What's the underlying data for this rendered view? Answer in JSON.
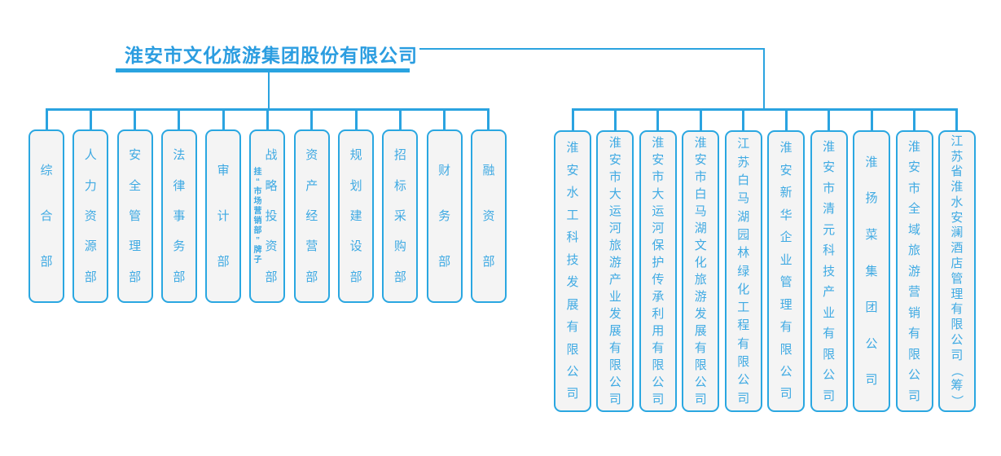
{
  "title": {
    "text": "淮安市文化旅游集团股份有限公司"
  },
  "departments": [
    {
      "label": "综合部"
    },
    {
      "label": "人力资源部"
    },
    {
      "label": "安全管理部"
    },
    {
      "label": "法律事务部"
    },
    {
      "label": "审计部"
    },
    {
      "label": "战略投资部",
      "annotation": "挂“市场营销部”牌子"
    },
    {
      "label": "资产经营部"
    },
    {
      "label": "规划建设部"
    },
    {
      "label": "招标采购部"
    },
    {
      "label": "财务部"
    },
    {
      "label": "融资部"
    }
  ],
  "subsidiaries": [
    {
      "label": "淮安水工科技发展有限公司"
    },
    {
      "label": "淮安市大运河旅游产业发展有限公司"
    },
    {
      "label": "淮安市大运河保护传承利用有限公司"
    },
    {
      "label": "淮安市白马湖文化旅游发展有限公司"
    },
    {
      "label": "江苏白马湖园林绿化工程有限公司"
    },
    {
      "label": "淮安新华企业管理有限公司"
    },
    {
      "label": "淮安市清元科技产业有限公司"
    },
    {
      "label": "淮扬菜集团公司"
    },
    {
      "label": "淮安市全域旅游营销有限公司"
    },
    {
      "label": "江苏省淮水安澜酒店管理有限公司（筹）"
    }
  ],
  "colors": {
    "accent": "#2aa3e0",
    "box_border": "#2aa7e1",
    "box_fill": "#f4f4f4",
    "box_text": "#3faae3",
    "title_text": "#2b9de0"
  }
}
